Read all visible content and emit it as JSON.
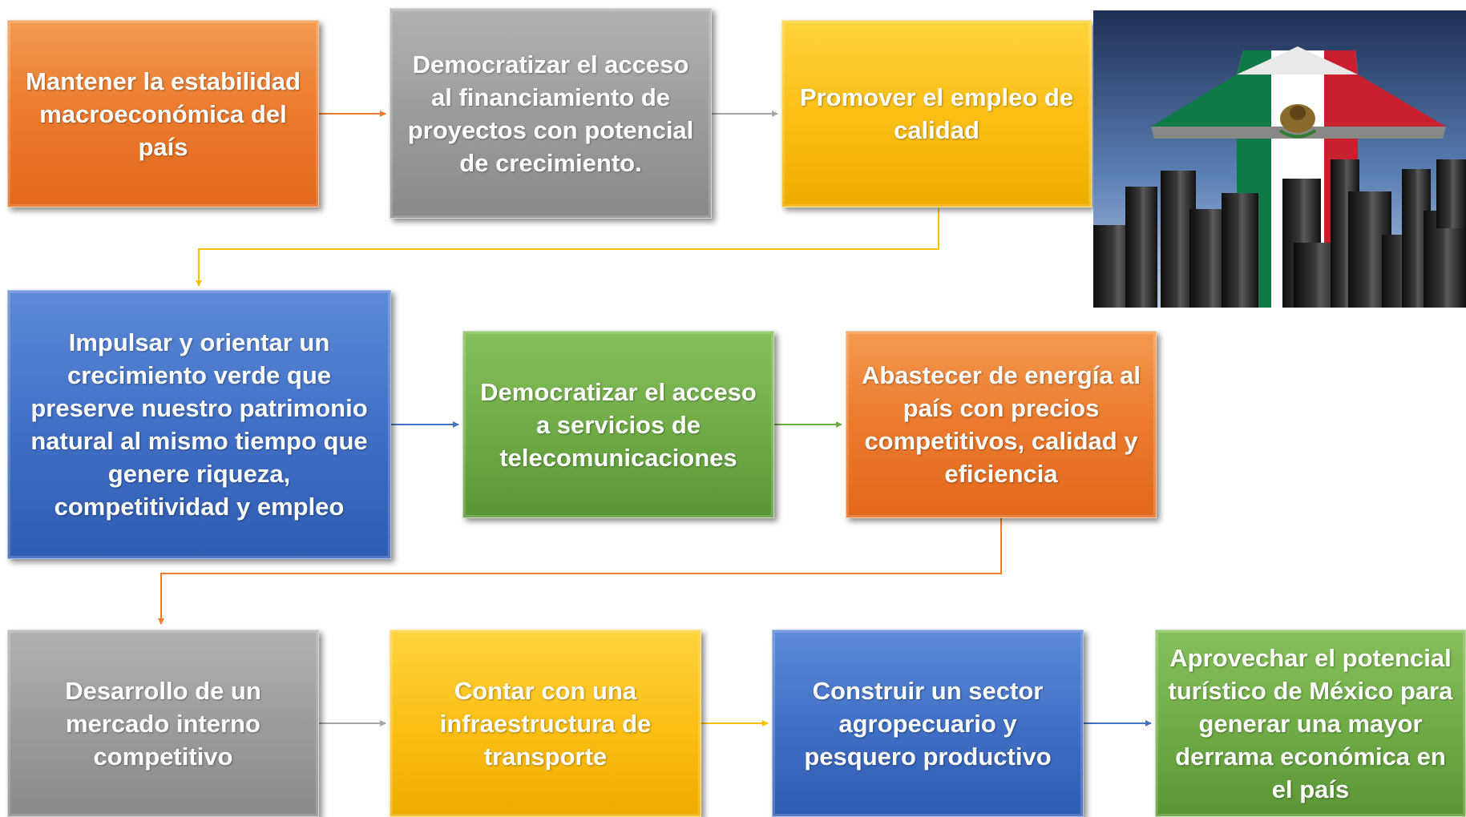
{
  "boxes": {
    "b1": "Mantener la estabilidad macroeconómica del país",
    "b2": "Democratizar el acceso al financiamiento de proyectos con potencial de crecimiento.",
    "b3": "Promover el empleo de calidad",
    "b4": "Impulsar y orientar un crecimiento verde que preserve nuestro patrimonio natural al mismo tiempo que genere riqueza, competitividad y empleo",
    "b5": "Democratizar el acceso a servicios de telecomunicaciones",
    "b6": "Abastecer de energía al país con precios competitivos, calidad y eficiencia",
    "b7": "Desarrollo de un mercado interno competitivo",
    "b8": "Contar con una infraestructura de transporte",
    "b9": "Construir un sector agropecuario y pesquero productivo",
    "b10": "Aprovechar el potencial turístico de México para generar una mayor derrama económica en el país"
  },
  "colors": {
    "orange": "#ed7d31",
    "gray": "#a5a5a5",
    "yellow": "#ffc000",
    "blue": "#4472c4",
    "green": "#70ad47"
  },
  "image": {
    "subject": "mexico-flag-arrow-over-bar-graph",
    "flag_colors": [
      "#006847",
      "#ffffff",
      "#ce1126"
    ]
  }
}
